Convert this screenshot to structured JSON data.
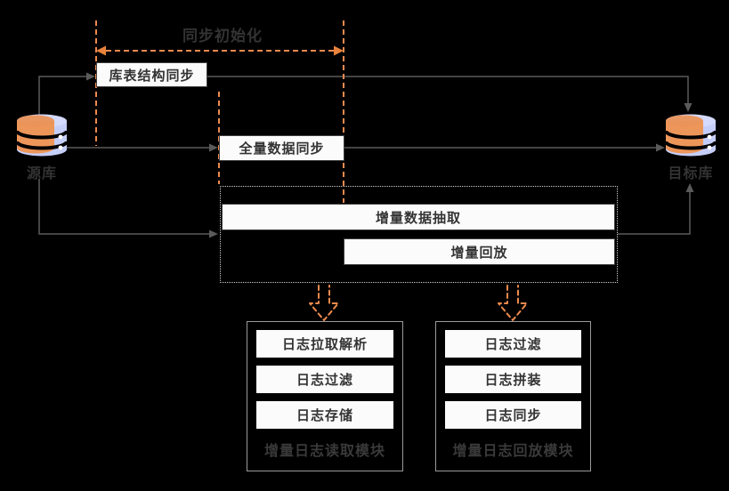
{
  "title_label": "同步初始化",
  "databases": {
    "source": "源库",
    "target": "目标库"
  },
  "flow": {
    "schema_sync": "库表结构同步",
    "full_sync": "全量数据同步",
    "incremental_extract": "增量数据抽取",
    "incremental_replay": "增量回放"
  },
  "modules": [
    {
      "caption": "增量日志读取模块",
      "steps": [
        "日志拉取解析",
        "日志过滤",
        "日志存储"
      ]
    },
    {
      "caption": "增量日志回放模块",
      "steps": [
        "日志过滤",
        "日志拼装",
        "日志同步"
      ]
    }
  ],
  "colors": {
    "background": "#000000",
    "orange_dash": "#ED8A4E",
    "orange_arrowhead": "#E8823C",
    "connector_gray": "#5A5A5A",
    "text": "#333333",
    "box_bg": "#FBFBFB",
    "box_border": "#3D3D3D",
    "module_border": "#9A9A9A",
    "dotted_border": "#CFCFCF",
    "db_blue": "#C5CEF8",
    "db_orange": "#F0914D"
  }
}
